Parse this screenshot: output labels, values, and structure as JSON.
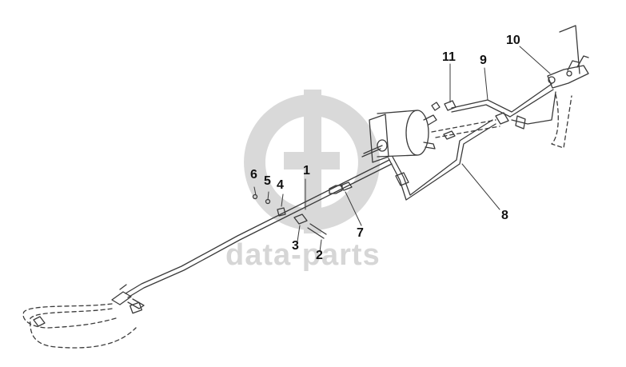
{
  "watermark": {
    "text": "data-parts",
    "color": "#d6d6d6"
  },
  "callouts": [
    {
      "id": "1",
      "label": "1"
    },
    {
      "id": "2",
      "label": "2"
    },
    {
      "id": "3",
      "label": "3"
    },
    {
      "id": "4",
      "label": "4"
    },
    {
      "id": "5",
      "label": "5"
    },
    {
      "id": "6",
      "label": "6"
    },
    {
      "id": "7",
      "label": "7"
    },
    {
      "id": "8",
      "label": "8"
    },
    {
      "id": "9",
      "label": "9"
    },
    {
      "id": "10",
      "label": "10"
    },
    {
      "id": "11",
      "label": "11"
    }
  ],
  "colors": {
    "line": "#3a3a3a",
    "background": "#ffffff"
  }
}
